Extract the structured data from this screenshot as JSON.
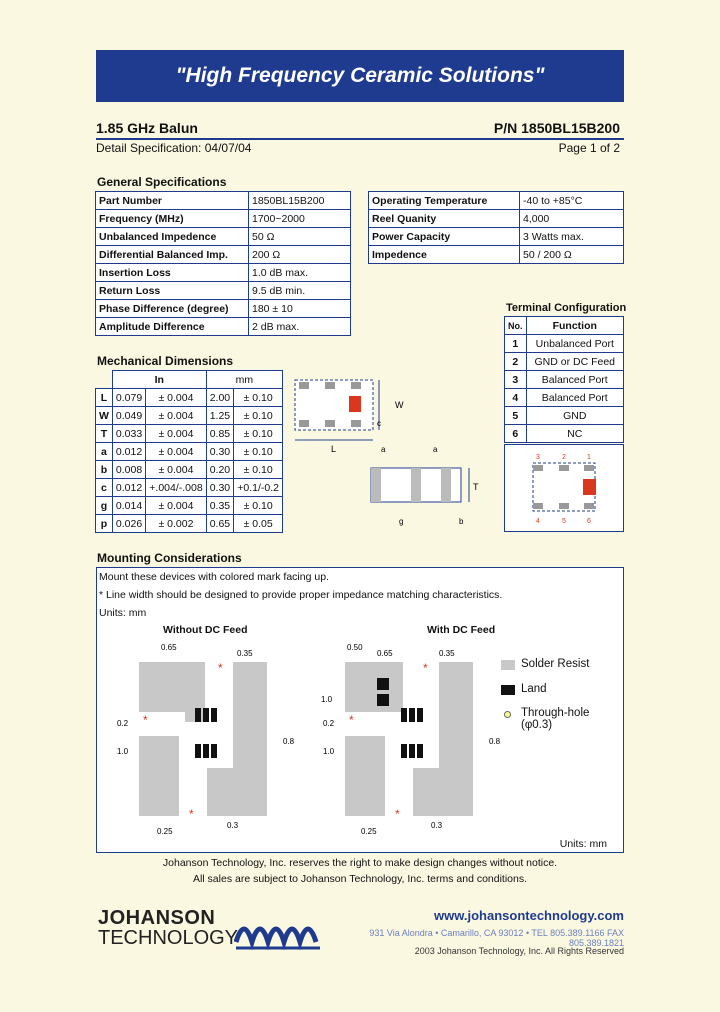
{
  "banner": "\"High Frequency Ceramic Solutions\"",
  "header": {
    "product": "1.85 GHz Balun",
    "part_number": "P/N 1850BL15B200",
    "detail_spec": "Detail Specification:  04/07/04",
    "page": "Page 1 of 2"
  },
  "general": {
    "title": "General Specifications",
    "left": [
      [
        "Part Number",
        "1850BL15B200"
      ],
      [
        "Frequency (MHz)",
        "1700~2000"
      ],
      [
        "Unbalanced Impedence",
        "50 Ω"
      ],
      [
        "Differential Balanced Imp.",
        "200 Ω"
      ],
      [
        "Insertion Loss",
        "1.0 dB max."
      ],
      [
        "Return Loss",
        "9.5 dB min."
      ],
      [
        "Phase Difference (degree)",
        "180 ± 10"
      ],
      [
        "Amplitude Difference",
        "2 dB max."
      ]
    ],
    "right": [
      [
        "Operating Temperature",
        "-40 to +85°C"
      ],
      [
        "Reel Quanity",
        "4,000"
      ],
      [
        "Power Capacity",
        "3 Watts max."
      ],
      [
        "Impedence",
        "50 / 200 Ω"
      ]
    ]
  },
  "terminal": {
    "title": "Terminal Configuration",
    "col_no": "No.",
    "col_fn": "Function",
    "rows": [
      [
        "1",
        "Unbalanced Port"
      ],
      [
        "2",
        "GND or DC Feed"
      ],
      [
        "3",
        "Balanced Port"
      ],
      [
        "4",
        "Balanced Port"
      ],
      [
        "5",
        "GND"
      ],
      [
        "6",
        "NC"
      ]
    ],
    "pin_labels": [
      "3",
      "2",
      "1",
      "4",
      "5",
      "6"
    ]
  },
  "mechanical": {
    "title": "Mechanical Dimensions",
    "col_in": "In",
    "col_mm": "mm",
    "rows": [
      [
        "L",
        "0.079",
        "±  0.004",
        "2.00",
        "±  0.10"
      ],
      [
        "W",
        "0.049",
        "±  0.004",
        "1.25",
        "±  0.10"
      ],
      [
        "T",
        "0.033",
        "±  0.004",
        "0.85",
        "±  0.10"
      ],
      [
        "a",
        "0.012",
        "±  0.004",
        "0.30",
        "±  0.10"
      ],
      [
        "b",
        "0.008",
        "±  0.004",
        "0.20",
        "±  0.10"
      ],
      [
        "c",
        "0.012",
        "+.004/-.008",
        "0.30",
        "+0.1/-0.2"
      ],
      [
        "g",
        "0.014",
        "±  0.004",
        "0.35",
        "±  0.10"
      ],
      [
        "p",
        "0.026",
        "±  0.002",
        "0.65",
        "±  0.05"
      ]
    ],
    "diagram_labels": {
      "W": "W",
      "L": "L",
      "c": "c",
      "a": "a",
      "T": "T",
      "g": "g",
      "b": "b"
    }
  },
  "mounting": {
    "title": "Mounting Considerations",
    "line1": "Mount these devices with colored mark facing up.",
    "line2": "* Line width should be designed to provide proper impedance matching characteristics.",
    "units": "Units: mm",
    "units_bottom": "Units: mm",
    "left_title": "Without DC Feed",
    "right_title": "With DC Feed",
    "legend": {
      "solder": "Solder Resist",
      "land": "Land",
      "hole": "Through-hole (φ0.3)"
    },
    "dims_left": {
      "d065": "0.65",
      "d035": "0.35",
      "d02": "0.2",
      "d10": "1.0",
      "d08": "0.8",
      "d025": "0.25",
      "d03": "0.3"
    },
    "dims_right": {
      "d050": "0.50",
      "d065": "0.65",
      "d035": "0.35",
      "d10a": "1.0",
      "d02": "0.2",
      "d10b": "1.0",
      "d08": "0.8",
      "d025": "0.25",
      "d03": "0.3"
    }
  },
  "footer": {
    "line1": "Johanson Technology, Inc. reserves the right to make design changes without notice.",
    "line2": "All sales are subject to Johanson Technology, Inc. terms and conditions.",
    "logo1": "JOHANSON",
    "logo2": "TECHNOLOGY",
    "url": "www.johansontechnology.com",
    "address": "931 Via Alondra • Camarillo, CA 93012 • TEL 805.389.1166 FAX 805.389.1821",
    "copyright": "2003 Johanson Technology, Inc. All Rights Reserved"
  },
  "colors": {
    "brand_blue": "#1f3b8f",
    "mark_red": "#d9381e",
    "page_bg": "#fbf8e1"
  }
}
